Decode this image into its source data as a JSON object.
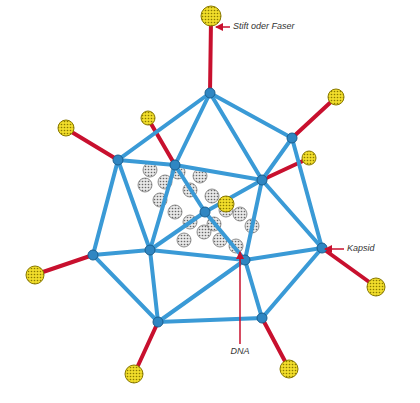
{
  "diagram": {
    "labels": [
      "Stift oder Faser",
      "Kapsid",
      "DNA"
    ]
  }
}
